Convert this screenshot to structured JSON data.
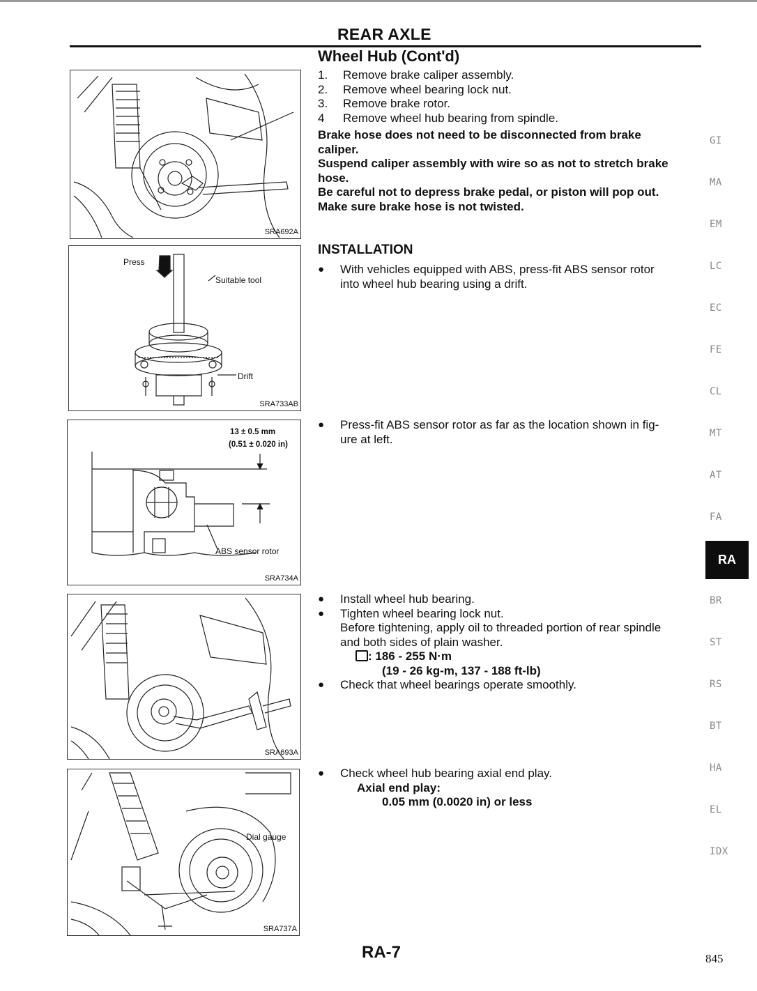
{
  "header": {
    "title": "REAR AXLE",
    "section": "Wheel Hub (Cont'd)"
  },
  "removal_steps": [
    {
      "num": "1.",
      "text": "Remove brake caliper assembly."
    },
    {
      "num": "2.",
      "text": "Remove wheel bearing lock nut."
    },
    {
      "num": "3.",
      "text": "Remove brake rotor."
    },
    {
      "num": "4",
      "text": "Remove wheel hub bearing from spindle."
    }
  ],
  "cautions": {
    "c1a": "Brake hose does not need to be disconnected from brake",
    "c1b": "caliper.",
    "c2a": "Suspend caliper assembly with wire so as not to stretch brake",
    "c2b": "hose.",
    "c3": "Be careful not to depress brake pedal, or piston will pop out.",
    "c4": "Make sure brake hose is not twisted."
  },
  "installation": {
    "heading": "INSTALLATION",
    "b1a": "With vehicles equipped with ABS, press-fit ABS sensor rotor",
    "b1b": "into wheel hub bearing using a drift.",
    "b2a": "Press-fit ABS sensor rotor as far as the location shown in fig-",
    "b2b": "ure at left.",
    "b3": "Install wheel hub bearing.",
    "b4": "Tighten wheel bearing lock nut.",
    "b4a": "Before tightening, apply oil to threaded portion of rear spindle",
    "b4b": "and both sides of plain washer.",
    "torque1": ": 186 - 255 N·m",
    "torque2": "(19 - 26 kg-m, 137 - 188 ft-lb)",
    "b5": "Check that wheel bearings operate smoothly.",
    "b6": "Check wheel hub bearing axial end play.",
    "endplay_label": "Axial end play:",
    "endplay_value": "0.05 mm (0.0020 in) or less"
  },
  "figures": {
    "fig1_code": "SRA692A",
    "fig2_code": "SRA733AB",
    "fig2_press": "Press",
    "fig2_tool": "Suitable tool",
    "fig2_drift": "Drift",
    "fig3_code": "SRA734A",
    "fig3_dim1": "13 ± 0.5 mm",
    "fig3_dim2": "(0.51 ± 0.020 in)",
    "fig3_rotor": "ABS sensor rotor",
    "fig4_code": "SRA693A",
    "fig5_code": "SRA737A",
    "fig5_gauge": "Dial gauge"
  },
  "side_index": [
    "GI",
    "MA",
    "EM",
    "LC",
    "EC",
    "FE",
    "CL",
    "MT",
    "AT",
    "FA",
    "RA",
    "BR",
    "ST",
    "RS",
    "BT",
    "HA",
    "EL",
    "IDX"
  ],
  "active_tab": "RA",
  "footer": {
    "page": "RA-7",
    "sheet": "845"
  }
}
